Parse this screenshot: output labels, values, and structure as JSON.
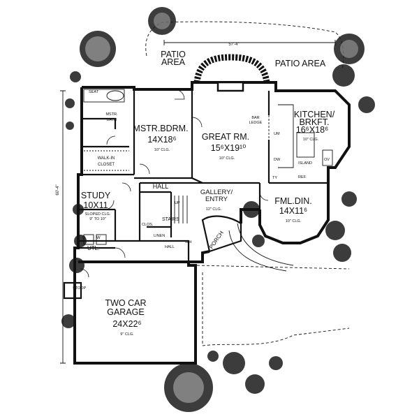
{
  "plan": {
    "overall_width": "57'-4\"",
    "overall_depth": "60'-4\"",
    "areas": {
      "patio_left": "PATIO\nAREA",
      "patio_right": "PATIO AREA",
      "stoop": "STOOP",
      "porch": "PORCH"
    },
    "rooms": {
      "master_bath": {
        "name": "MSTR.\nBATH",
        "seat": "SEAT"
      },
      "master_bedroom": {
        "name": "MSTR.BDRM.",
        "size": "14X18⁶",
        "ceiling": "10\" CLG."
      },
      "walk_in_closet": {
        "name": "WALK-IN\nCLOSET"
      },
      "great_room": {
        "name": "GREAT RM.",
        "size": "15⁶X19¹⁰",
        "ceiling": "10\" CLG.",
        "bar": "BAR\nLEDGE"
      },
      "kitchen": {
        "name": "KITCHEN/\nBRKFT.",
        "size": "16⁶X18⁶",
        "ceiling": "10\" CLG.",
        "island": "ISLAND",
        "um": "UM",
        "dw": "DW",
        "ty": "TY",
        "ref": "REF.",
        "ov": "OV"
      },
      "study": {
        "name": "STUDY",
        "size": "10X11",
        "ceiling": "SLOPED CLG.\n9\" TO 10\""
      },
      "hall": {
        "name": "HALL"
      },
      "gallery": {
        "name": "GALLERY/\nENTRY",
        "ceiling": "12\" CLG."
      },
      "dining": {
        "name": "FML.DIN.",
        "size": "14X11⁶",
        "ceiling": "10\" CLG."
      },
      "garage": {
        "name": "TWO CAR\nGARAGE",
        "size": "24X22⁶",
        "ceiling": "9\" CLG."
      },
      "utility": {
        "name": "UTL.",
        "d": "D",
        "w": "W"
      },
      "misc": {
        "clos": "CLOS.",
        "stairs": "STAIRS",
        "linen": "LINEN",
        "hall2": "HALL",
        "up": "UP",
        "wh": "WH"
      }
    }
  }
}
